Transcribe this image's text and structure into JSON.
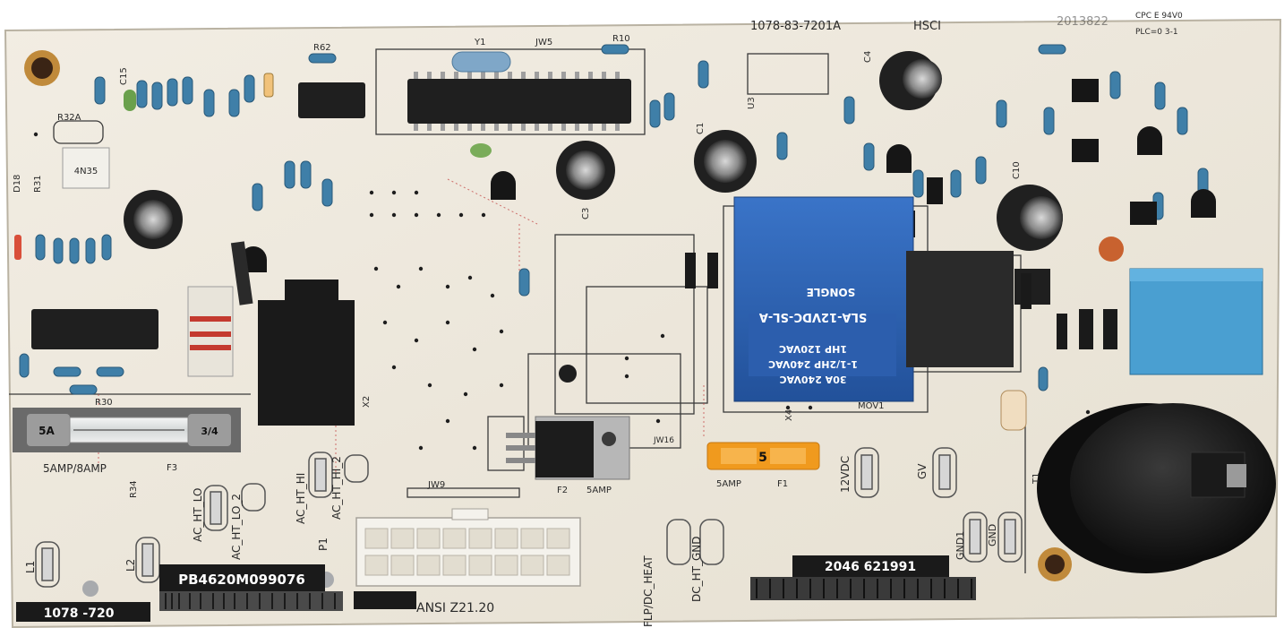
{
  "photo": {
    "subject": "control circuit board",
    "colors": {
      "board": "#ece7db",
      "trace": "#2c2c2c",
      "relay_blue": "#2f64b5",
      "connector_white": "#f4f2ec",
      "fuse_orange": "#f09a1e",
      "resistor_blue": "#3f7fa8",
      "black_part": "#1c1c1c",
      "label_black": "#1a1a1a"
    }
  },
  "silkscreen": {
    "part_number": "1078-83-7201A",
    "hsci": "HSCI",
    "date_code": "2013822",
    "cpc_line": "CPC E  94V0",
    "plc_line": "PLC=0  3-1",
    "serial_left": "PB4620M099076",
    "board_id_left": "1078 -720",
    "serial_right": "2046 621991",
    "standard": "ANSI Z21.20",
    "fuse_rating_left": "5AMP/8AMP",
    "f3": "F3",
    "f2": "F2",
    "f2_amp": "5AMP",
    "f1": "F1",
    "f1_amp": "5AMP",
    "v12dc": "12VDC",
    "gv": "GV",
    "ac_ht_lo": "AC_HT_LO",
    "ac_ht_lo_2": "AC_HT_LO_2",
    "ac_ht_hi": "AC_HT_HI",
    "ac_ht_hi_2": "AC_HT_HI_2",
    "flp_dc_heat": "FLP/DC_HEAT",
    "dc_ht_gnd": "DC_HT_GND",
    "gnd1": "GND1",
    "gnd": "GND",
    "l1": "L1",
    "l2": "L2",
    "p1": "P1",
    "jw9": "JW9",
    "jw16": "JW16",
    "x2": "X2",
    "x4": "X4",
    "mov1": "MOV1",
    "r30": "R30",
    "r32a": "R32A",
    "r62": "R62",
    "r10": "R10",
    "y1": "Y1",
    "jw5": "JW5",
    "c4": "C4",
    "c1": "C1",
    "c3": "C3",
    "c10": "C10",
    "c15": "C15",
    "d18": "D18",
    "u3": "U3",
    "r31": "R31",
    "r34": "R34",
    "t1": "T1"
  },
  "relay_text": {
    "brand": "SONGLE",
    "rating1": "30A 240VAC",
    "rating2": "1-1/2HP 240VAC",
    "rating3": "1HP 120VAC",
    "model": "SLA-12VDC-SL-A"
  },
  "fuse_text": {
    "glass_fuse_left": "5A",
    "glass_fuse_right": "3/4",
    "blade_fuse": "5"
  },
  "optocoupler_text": "4N35"
}
